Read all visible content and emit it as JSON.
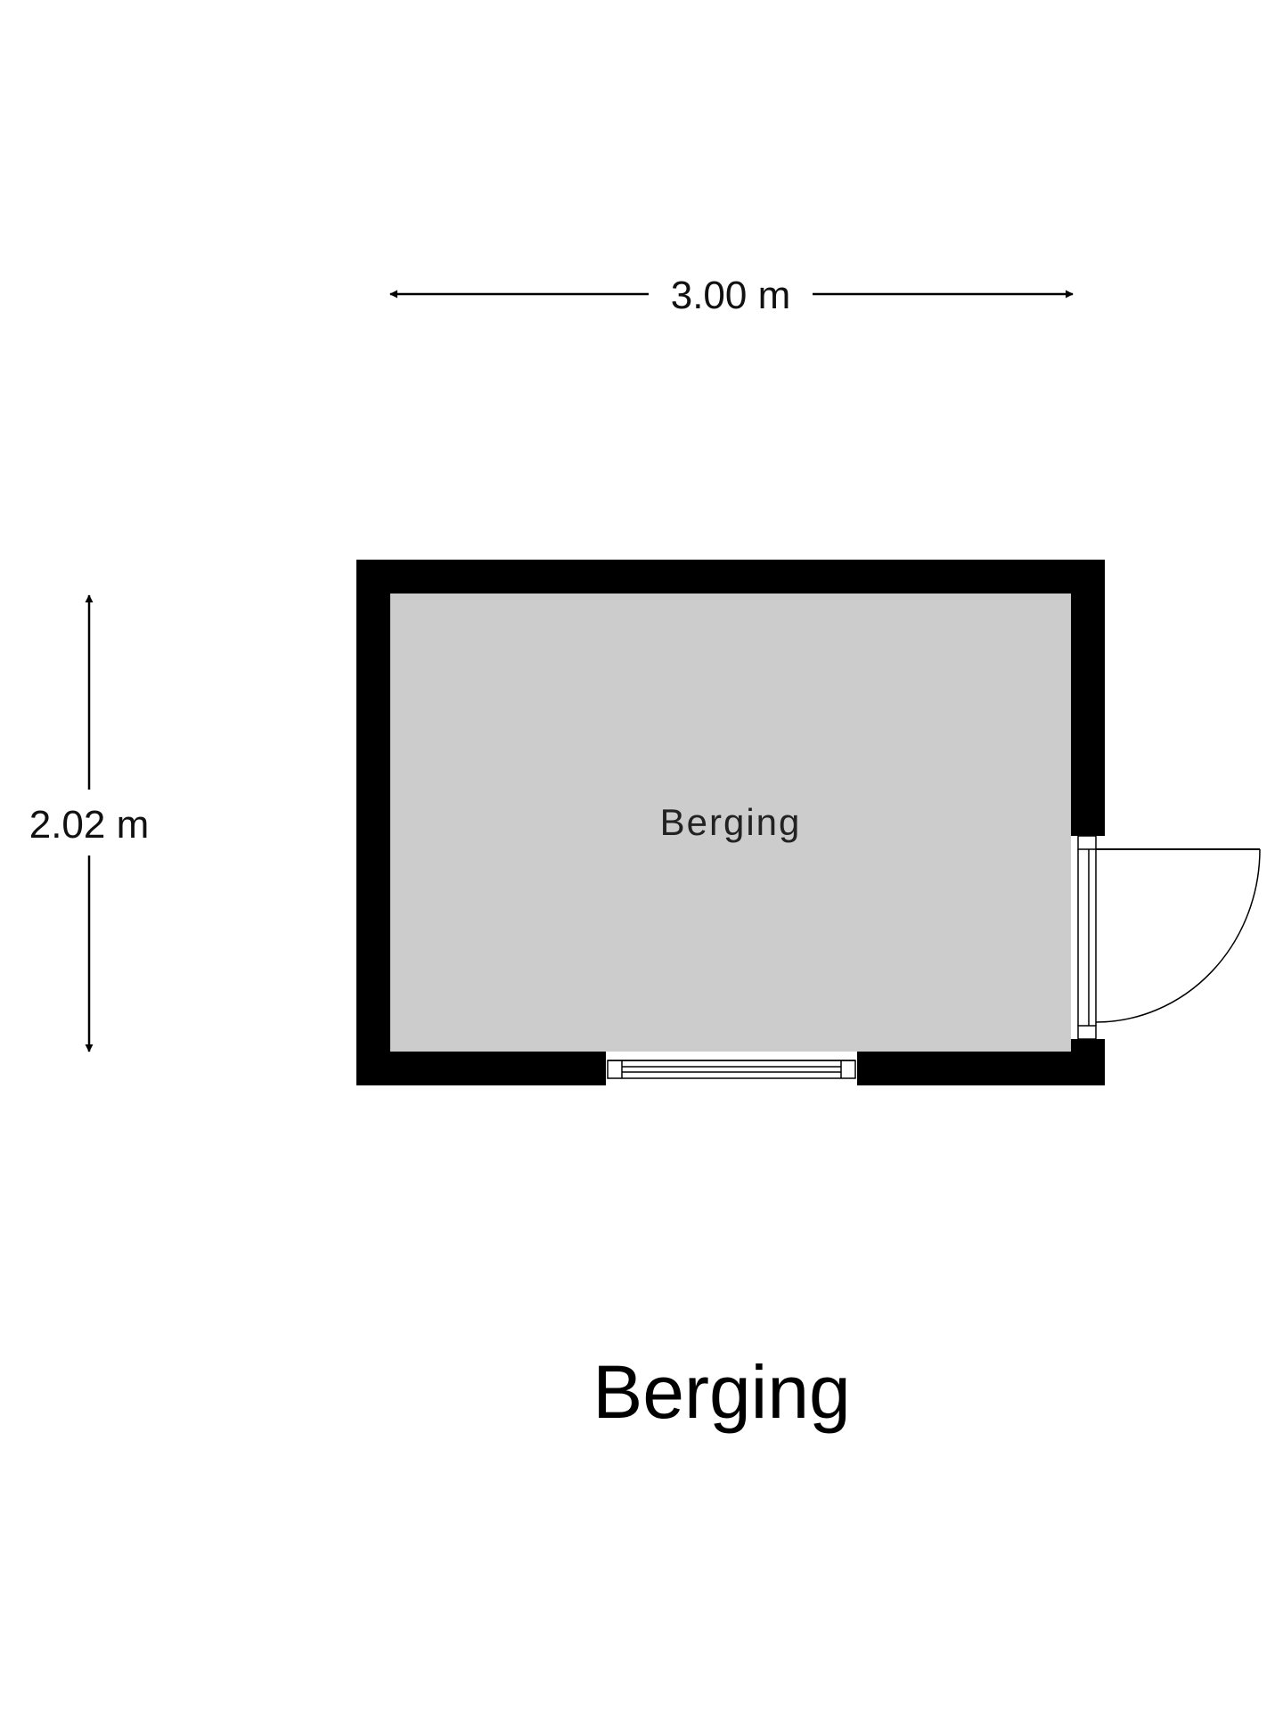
{
  "floorplan": {
    "title": "Berging",
    "room_label": "Berging",
    "width_dimension": "3.00 m",
    "depth_dimension": "2.02 m",
    "colors": {
      "wall": "#000000",
      "floor": "#cccccc",
      "background": "#ffffff",
      "line": "#000000"
    }
  }
}
